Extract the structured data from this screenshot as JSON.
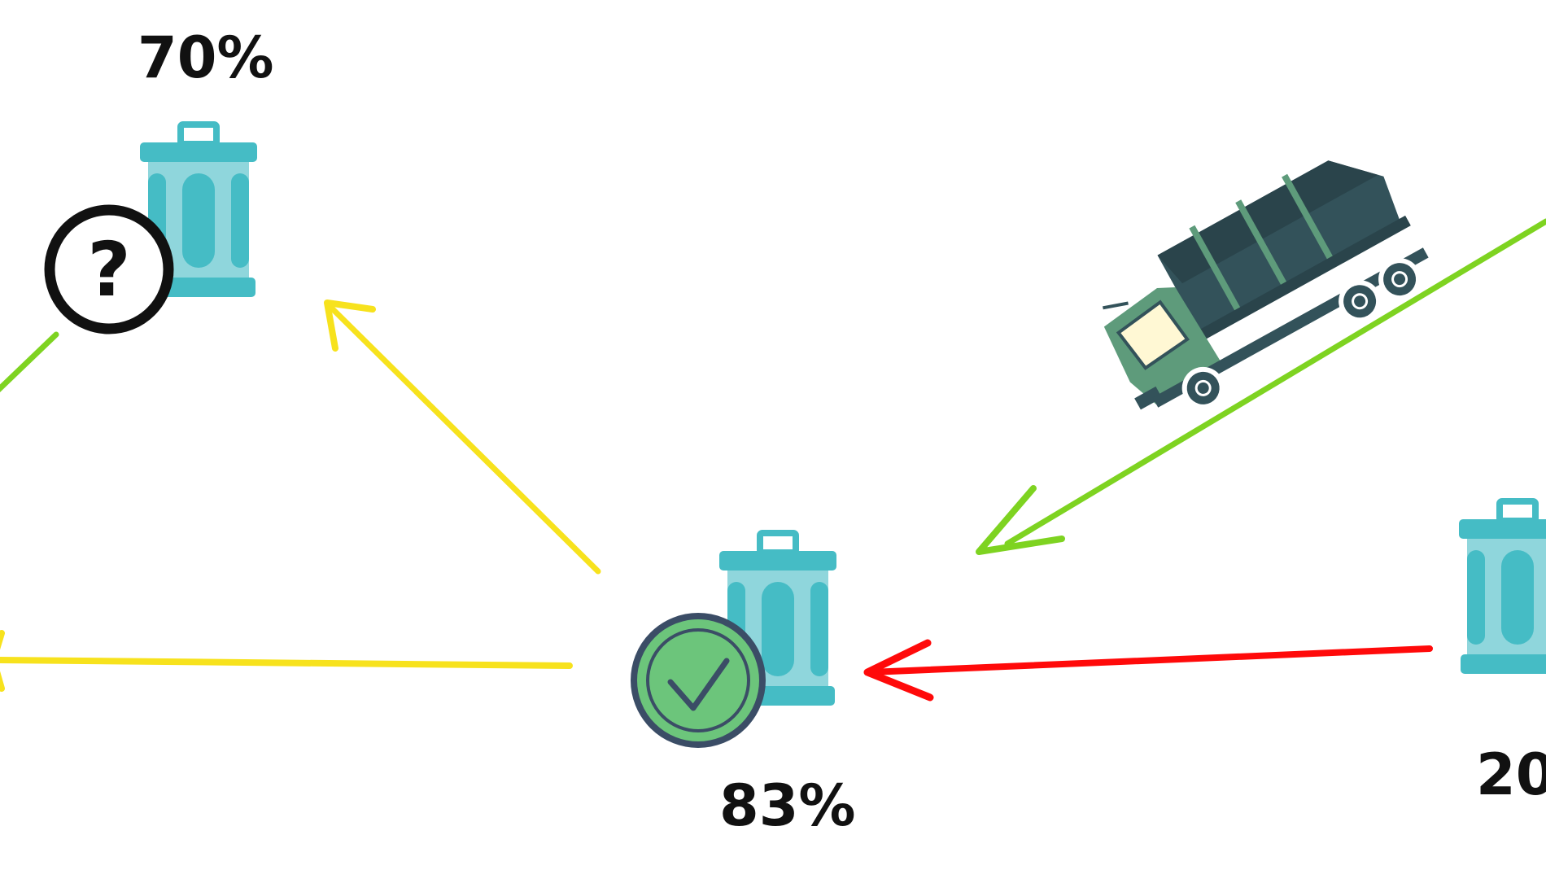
{
  "nodes": {
    "bin_top_left": {
      "fill_label": "70%",
      "status_icon": "question-icon"
    },
    "bin_center": {
      "fill_label": "83%",
      "status_icon": "check-icon"
    },
    "bin_right": {
      "fill_label": "20"
    }
  },
  "vehicle": {
    "icon": "garbage-truck-icon"
  },
  "colors": {
    "bin_body": "#8fd6dc",
    "bin_dark": "#45bcc5",
    "arrow_yellow": "#f7e21d",
    "arrow_green": "#7ed321",
    "arrow_red": "#ff0a0a",
    "check_fill": "#6cc57b",
    "check_ring": "#3b4d66",
    "truck_body": "#33525a",
    "truck_cab": "#5e9b7b",
    "truck_window": "#fff8d4"
  },
  "arrows": [
    {
      "id": "arrow-center-to-top-left",
      "color": "yellow"
    },
    {
      "id": "arrow-center-to-left",
      "color": "yellow"
    },
    {
      "id": "arrow-truck-to-center",
      "color": "green"
    },
    {
      "id": "arrow-right-to-center",
      "color": "red"
    },
    {
      "id": "arrow-top-left-to-left",
      "color": "green"
    }
  ]
}
